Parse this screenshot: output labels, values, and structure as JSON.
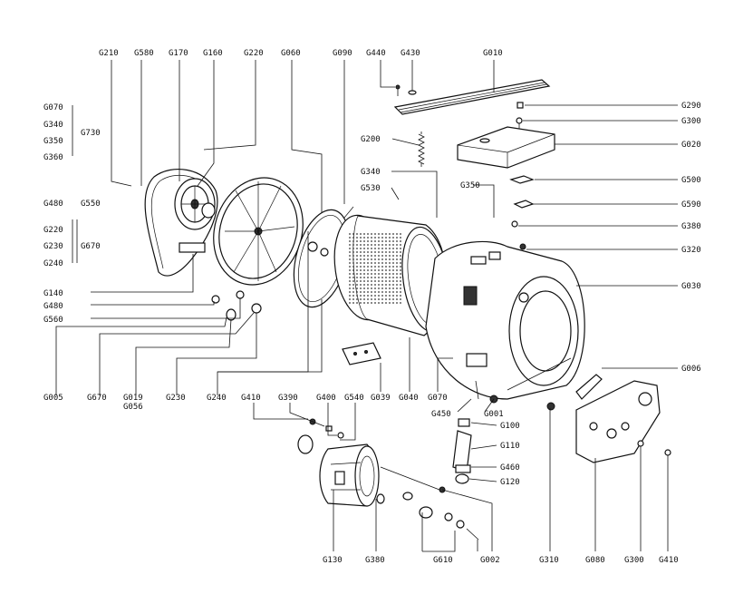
{
  "labels": {
    "G210": "G210",
    "G580": "G580",
    "G170": "G170",
    "G160": "G160",
    "G220": "G220",
    "G060": "G060",
    "G090": "G090",
    "G440": "G440",
    "G430": "G430",
    "G010": "G010",
    "G070a": "G070",
    "G340a": "G340",
    "G350a": "G350",
    "G360": "G360",
    "G730": "G730",
    "G480a": "G480",
    "G550": "G550",
    "G220b": "G220",
    "G230a": "G230",
    "G240a": "G240",
    "G670a": "G670",
    "G290": "G290",
    "G300a": "G300",
    "G020": "G020",
    "G200": "G200",
    "G340b": "G340",
    "G530": "G530",
    "G350b": "G350",
    "G500": "G500",
    "G590": "G590",
    "G380a": "G380",
    "G320": "G320",
    "G030": "G030",
    "G140": "G140",
    "G480b": "G480",
    "G560": "G560",
    "G005": "G005",
    "G670b": "G670",
    "G019": "G019",
    "G056": "G056",
    "G230b": "G230",
    "G240b": "G240",
    "G410a": "G410",
    "G390": "G390",
    "G400": "G400",
    "G540": "G540",
    "G039": "G039",
    "G040": "G040",
    "G070b": "G070",
    "G006": "G006",
    "G450": "G450",
    "G001": "G001",
    "G100": "G100",
    "G110": "G110",
    "G460": "G460",
    "G120": "G120",
    "G130": "G130",
    "G380b": "G380",
    "G610": "G610",
    "G002": "G002",
    "G310": "G310",
    "G080": "G080",
    "G300b": "G300",
    "G410b": "G410"
  }
}
